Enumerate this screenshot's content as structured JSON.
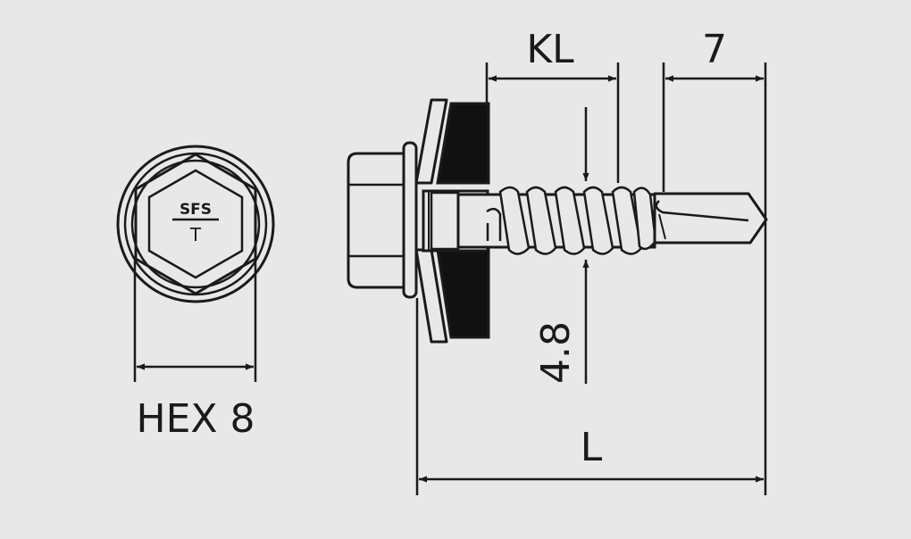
{
  "colors": {
    "background": "#e8e8e8",
    "line": "#1a1a1a",
    "washer_seal": "#111111",
    "metal": "#e8e8e8"
  },
  "head_view": {
    "logo_top": "SFS",
    "logo_bottom": "T"
  },
  "dimensions": {
    "hex": "HEX 8",
    "kl": "KL",
    "drill_point": "7",
    "diameter": "4.8",
    "length": "L"
  },
  "icons": {
    "dimension_arrow": "arrowhead-icon"
  }
}
